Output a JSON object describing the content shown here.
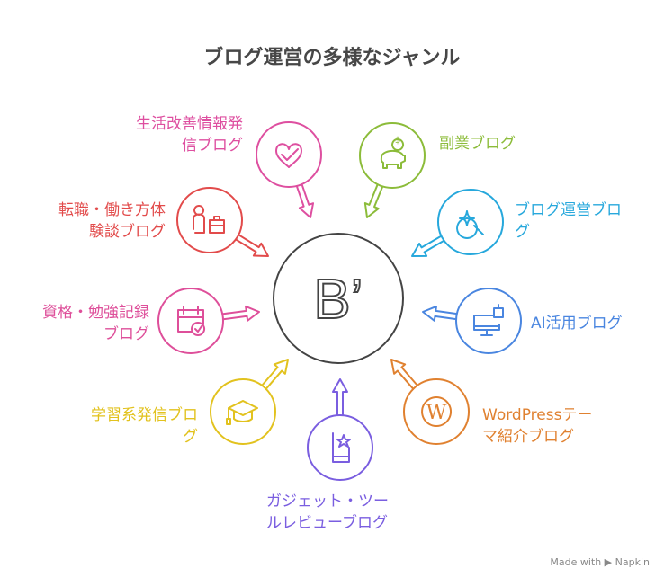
{
  "title": "ブログ運営の多様なジャンル",
  "center_icon": "blog-logo-b",
  "center_text": "B’",
  "items": [
    {
      "label1": "生活改善情報発",
      "label2": "信ブログ",
      "color": "#de4fa0",
      "icon": "heart-check-icon"
    },
    {
      "label1": "副業ブログ",
      "label2": "",
      "color": "#8cbc3a",
      "icon": "piggy-bank-icon"
    },
    {
      "label1": "転職・働き方体",
      "label2": "験談ブログ",
      "color": "#e24b4b",
      "icon": "person-briefcase-icon"
    },
    {
      "label1": "ブログ運営ブロ",
      "label2": "グ",
      "color": "#27a8dc",
      "icon": "search-sparkle-icon"
    },
    {
      "label1": "資格・勉強記録",
      "label2": "ブログ",
      "color": "#de4f9a",
      "icon": "calendar-check-icon"
    },
    {
      "label1": "AI活用ブログ",
      "label2": "",
      "color": "#4a86e0",
      "icon": "robot-monitor-icon"
    },
    {
      "label1": "学習系発信ブロ",
      "label2": "グ",
      "color": "#e2c21e",
      "icon": "graduation-cap-icon"
    },
    {
      "label1": "ガジェット・ツー",
      "label2": "ルレビューブログ",
      "color": "#7a5ee0",
      "icon": "phone-star-icon"
    },
    {
      "label1": "WordPressテー",
      "label2": "マ紹介ブログ",
      "color": "#e08130",
      "icon": "wordpress-icon"
    }
  ],
  "footer": "Made with ▶ Napkin"
}
